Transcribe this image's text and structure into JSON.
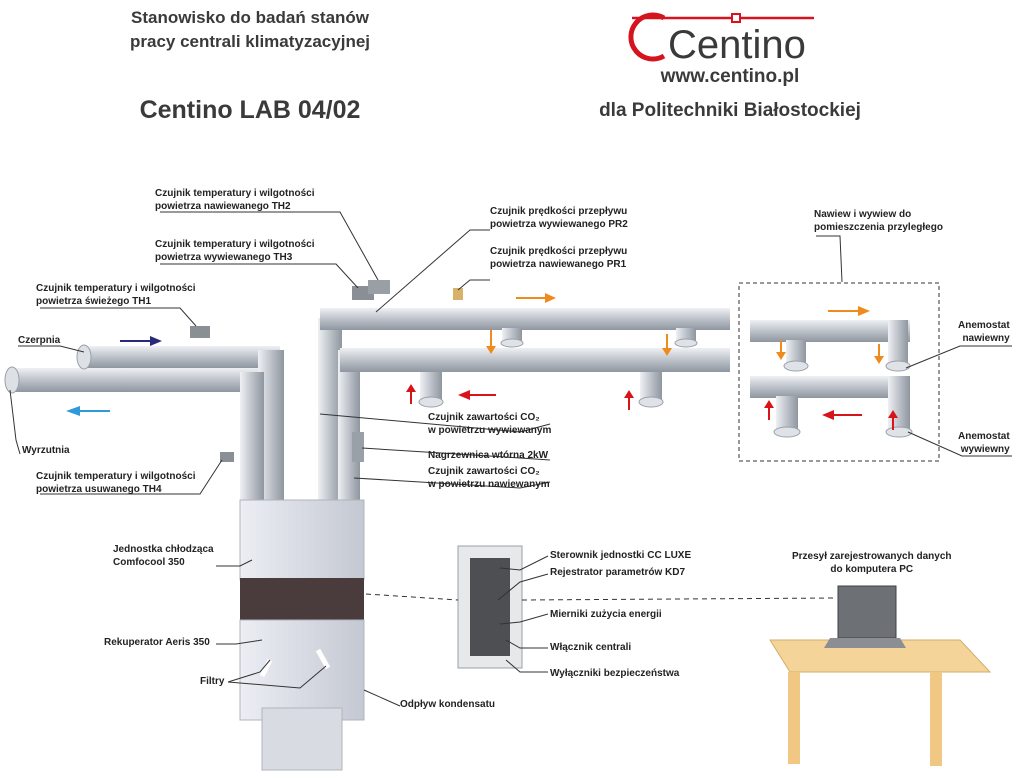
{
  "header": {
    "title_line1": "Stanowisko do badań stanów",
    "title_line2": "pracy centrali klimatyzacyjnej",
    "model": "Centino LAB 04/02",
    "website": "www.centino.pl",
    "client": "dla Politechniki Białostockiej",
    "logo_text": "Centino"
  },
  "labels": {
    "th2": [
      "Czujnik temperatury i wilgotności",
      "powietrza nawiewanego TH2"
    ],
    "th3": [
      "Czujnik temperatury i wilgotności",
      "powietrza wywiewanego TH3"
    ],
    "th1": [
      "Czujnik temperatury i wilgotności",
      "powietrza świeżego TH1"
    ],
    "pr2": [
      "Czujnik prędkości przepływu",
      "powietrza wywiewanego PR2"
    ],
    "pr1": [
      "Czujnik prędkości przepływu",
      "powietrza nawiewanego PR1"
    ],
    "adjacent_room": [
      "Nawiew i wywiew do",
      "pomieszczenia przyległego"
    ],
    "anemostat_supply": [
      "Anemostat",
      "nawiewny"
    ],
    "anemostat_exhaust": [
      "Anemostat",
      "wywiewny"
    ],
    "czerpnia": "Czerpnia",
    "wyrzutnia": "Wyrzutnia",
    "th4": [
      "Czujnik temperatury i wilgotności",
      "powietrza usuwanego TH4"
    ],
    "co2_exhaust": [
      "Czujnik zawartości CO₂",
      "w powietrzu wywiewanym"
    ],
    "heater": "Nagrzewnica wtórna 2kW",
    "co2_supply": [
      "Czujnik zawartości CO₂",
      "w powietrzu nawiewanym"
    ],
    "cooling_unit": [
      "Jednostka chłodząca",
      "Comfocool 350"
    ],
    "recuperator": "Rekuperator Aeris 350",
    "filters": "Filtry",
    "condensate": "Odpływ kondensatu",
    "controller": "Sterownik jednostki CC LUXE",
    "recorder": "Rejestrator parametrów KD7",
    "energy_meters": "Mierniki zużycia energii",
    "main_switch": "Włącznik centrali",
    "safety_switches": "Wyłączniki bezpieczeństwa",
    "data_transfer": [
      "Przesył zarejestrowanych danych",
      "do komputera PC"
    ]
  },
  "colors": {
    "logo_red": "#d6141f",
    "arrow_orange": "#ef8a1e",
    "arrow_red": "#d8141b",
    "arrow_blue": "#2f9ad8",
    "arrow_navy": "#2a2a7a",
    "duct": "#c9cdd3",
    "desk": "#f5d49a"
  }
}
